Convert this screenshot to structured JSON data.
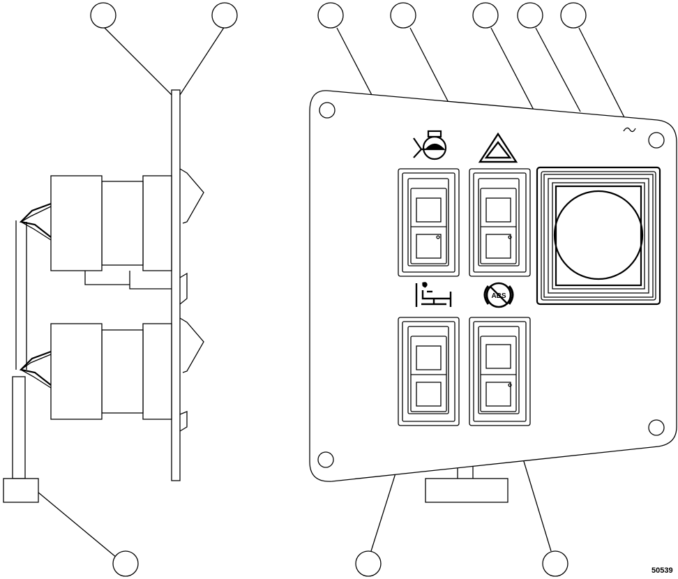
{
  "figure": {
    "reference_number": "50539",
    "callout_count": 10,
    "panel_symbols": [
      "engine-icon",
      "hazard-warning-icon",
      "seat-adjust-icon",
      "abs-off-icon"
    ],
    "switch_count": 4,
    "colors": {
      "line": "#000000",
      "background": "#ffffff"
    }
  }
}
